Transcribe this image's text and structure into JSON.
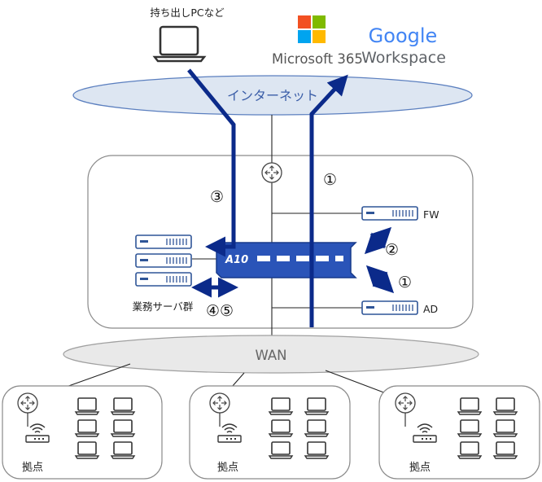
{
  "labels": {
    "laptop": "持ち出しPCなど",
    "internet": "インターネット",
    "wan": "WAN",
    "fw": "FW",
    "ad": "AD",
    "server_group": "業務サーバ群",
    "step_3": "③",
    "step_1_top": "①",
    "step_2": "②",
    "step_1_ad": "①",
    "step_45": "④⑤",
    "branch_1": "拠点",
    "branch_2": "拠点",
    "branch_3": "拠点",
    "a10_logo": "A10",
    "ms_logo_text": "Microsoft 365",
    "google_logo_line1": "Google",
    "google_logo_line2": "Workspace"
  },
  "colors": {
    "arrow": "#0b2a8a",
    "ellipse_fill": "#dde6f2",
    "ellipse_stroke": "#5b7fbf",
    "wan_fill": "#e9e9e9",
    "server_stroke": "#2f5597",
    "a10_fill": "#2a54b8",
    "google_blue": "#4285F4",
    "google_red": "#EA4335",
    "google_yellow": "#FBBC05",
    "google_green": "#34A853",
    "ms_red": "#F25022",
    "ms_green": "#7FBA00",
    "ms_blue": "#00A4EF",
    "ms_yellow": "#FFB900"
  }
}
